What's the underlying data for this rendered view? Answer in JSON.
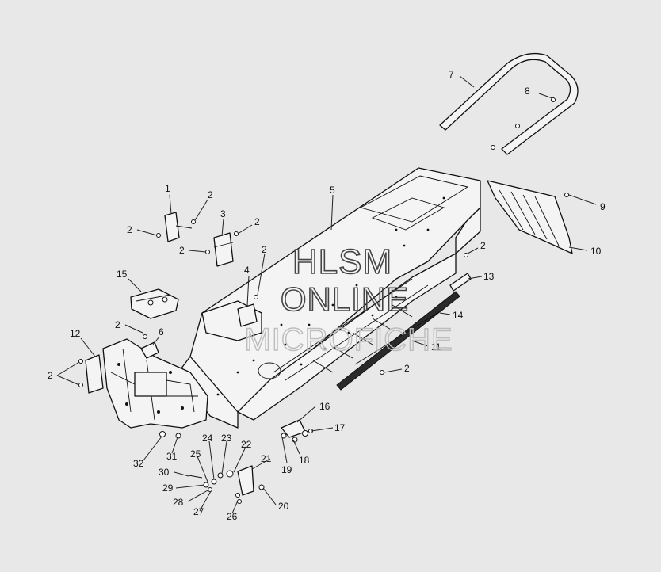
{
  "watermark": {
    "line1": "HLSM",
    "line2": "ONLINE",
    "line3": "MICROFICHE"
  },
  "callouts": [
    {
      "id": "c1",
      "label": "1"
    },
    {
      "id": "c2a",
      "label": "2"
    },
    {
      "id": "c2b",
      "label": "2"
    },
    {
      "id": "c2c",
      "label": "2"
    },
    {
      "id": "c2d",
      "label": "2"
    },
    {
      "id": "c2e",
      "label": "2"
    },
    {
      "id": "c2f",
      "label": "2"
    },
    {
      "id": "c2g",
      "label": "2"
    },
    {
      "id": "c2h",
      "label": "2"
    },
    {
      "id": "c2i",
      "label": "2"
    },
    {
      "id": "c3",
      "label": "3"
    },
    {
      "id": "c4",
      "label": "4"
    },
    {
      "id": "c5",
      "label": "5"
    },
    {
      "id": "c6",
      "label": "6"
    },
    {
      "id": "c7",
      "label": "7"
    },
    {
      "id": "c8",
      "label": "8"
    },
    {
      "id": "c9",
      "label": "9"
    },
    {
      "id": "c10",
      "label": "10"
    },
    {
      "id": "c11",
      "label": "11"
    },
    {
      "id": "c12",
      "label": "12"
    },
    {
      "id": "c13",
      "label": "13"
    },
    {
      "id": "c14",
      "label": "14"
    },
    {
      "id": "c15",
      "label": "15"
    },
    {
      "id": "c16",
      "label": "16"
    },
    {
      "id": "c17",
      "label": "17"
    },
    {
      "id": "c18",
      "label": "18"
    },
    {
      "id": "c19",
      "label": "19"
    },
    {
      "id": "c20",
      "label": "20"
    },
    {
      "id": "c21",
      "label": "21"
    },
    {
      "id": "c22",
      "label": "22"
    },
    {
      "id": "c23",
      "label": "23"
    },
    {
      "id": "c24",
      "label": "24"
    },
    {
      "id": "c25",
      "label": "25"
    },
    {
      "id": "c26",
      "label": "26"
    },
    {
      "id": "c27",
      "label": "27"
    },
    {
      "id": "c28",
      "label": "28"
    },
    {
      "id": "c29",
      "label": "29"
    },
    {
      "id": "c30",
      "label": "30"
    },
    {
      "id": "c31",
      "label": "31"
    },
    {
      "id": "c32",
      "label": "32"
    }
  ]
}
